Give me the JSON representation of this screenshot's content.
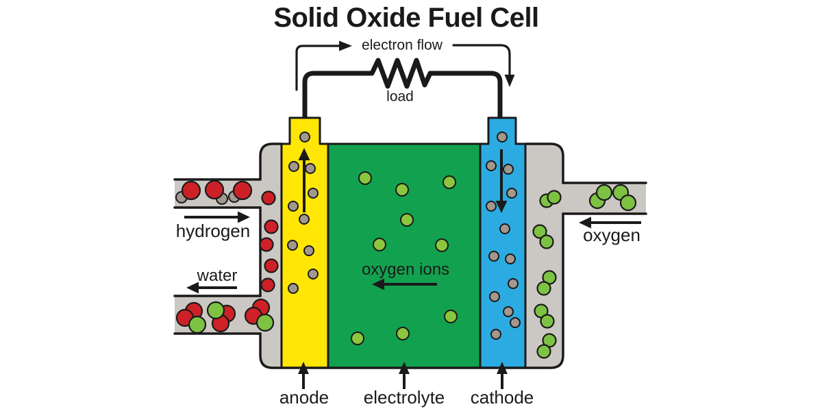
{
  "title": "Solid Oxide Fuel Cell",
  "circuit": {
    "electron_flow_label": "electron flow",
    "load_label": "load"
  },
  "labels": {
    "hydrogen": "hydrogen",
    "water": "water",
    "oxygen": "oxygen",
    "oxygen_ions": "oxygen ions",
    "anode": "anode",
    "electrolyte": "electrolyte",
    "cathode": "cathode"
  },
  "colors": {
    "anode": "#FFE605",
    "electrolyte": "#12A24F",
    "cathode": "#2BABE2",
    "housing": "#CBC7C3",
    "red_molecule": "#CE2127",
    "green_molecule": "#7DC242",
    "oxygen_ion": "#8CC63E",
    "electron": "#A3988E",
    "outline": "#1A1A1A"
  }
}
